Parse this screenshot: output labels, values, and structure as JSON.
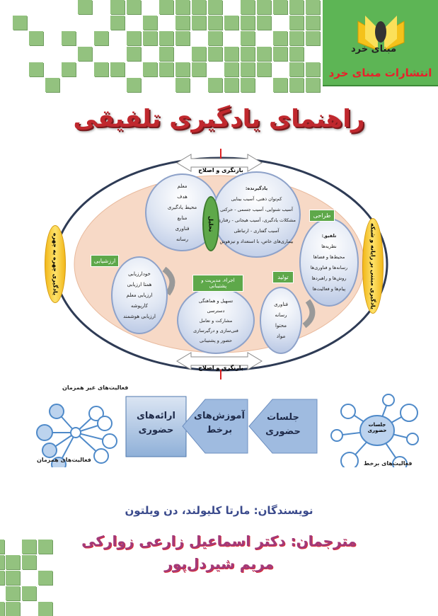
{
  "publisher": {
    "logo_text": "مبنای خرد",
    "name": "انتشارات مبنای خرد"
  },
  "title": "راهنمای یادگیری تلفیقی",
  "colors": {
    "green": "#5ea84a",
    "title_red": "#c0282e",
    "author_blue": "#3a4a8c",
    "translator_purple": "#a23a7a",
    "bubble_blue": "#b3c3e2",
    "peach": "#f7d9c6",
    "yellow": "#f2b81b"
  },
  "diagram": {
    "review_top": "بازنگری و اصلاح",
    "review_bottom": "بازنگری و اصلاح",
    "left_side": "یادگیری چهره به چهره",
    "right_side": "یادگیری مبتنی بر رایانه و شبکه",
    "analysis": "تحلیل",
    "context_items": [
      "معلم",
      "هدف",
      "محیط یادگیری",
      "منابع",
      "فناوری",
      "رسانه"
    ],
    "learners": {
      "heading": "یادگیرنده:",
      "items": [
        "کم‌توان ذهنی، آسیب بینایی",
        "آسیب شنوایی، آسیب جسمی - حرکتی",
        "مشکلات یادگیری، آسیب هیجانی - رفتاری",
        "آسیب گفتاری - ارتباطی",
        "بیماری‌های خاص، با استعداد و تیزهوش"
      ]
    },
    "design": {
      "tag": "طراحی",
      "items": [
        "تلفیق:",
        "نظریه‌ها",
        "محیط‌ها و فضاها",
        "رسانه‌ها و فناوری‌ها",
        "روش‌ها و راهبردها",
        "پیام‌ها و فعالیت‌ها"
      ]
    },
    "production": {
      "tag": "تولید",
      "items": [
        "فناوری",
        "رسانه",
        "محتوا",
        "مواد"
      ]
    },
    "implementation": {
      "tag": "اجراء، مدیریت و پشتیبانی",
      "items": [
        "تسهیل و هماهنگی",
        "دسترسی",
        "مشارکت و تعامل",
        "فنی‌سازی و درگیرسازی",
        "حضور و پشتیبانی"
      ]
    },
    "evaluation": {
      "tag": "ارزشیابی",
      "items": [
        "خودارزیابی",
        "همتا ارزیابی",
        "ارزیابی معلم",
        "کارپوشه",
        "ارزیابی هوشمند"
      ]
    }
  },
  "flow": {
    "step1": [
      "جلسات",
      "حضوری"
    ],
    "step2": [
      "آموزش‌های",
      "برخط"
    ],
    "step3": [
      "ارائه‌های",
      "حضوری"
    ],
    "left_top_label": "فعالیت‌های غیر همزمان",
    "left_bottom_label": "فعالیت‌های همزمان",
    "right_hub": [
      "جلسات",
      "حضوری"
    ],
    "right_label": "فعالیت‌های برخط"
  },
  "authors": "نویسندگان: مارتا کلیولند، دن ویلتون",
  "translator": "مترجمان: دکتر اسماعیل زارعی زوارکی",
  "translator2": "مریم شیردل‌پور"
}
